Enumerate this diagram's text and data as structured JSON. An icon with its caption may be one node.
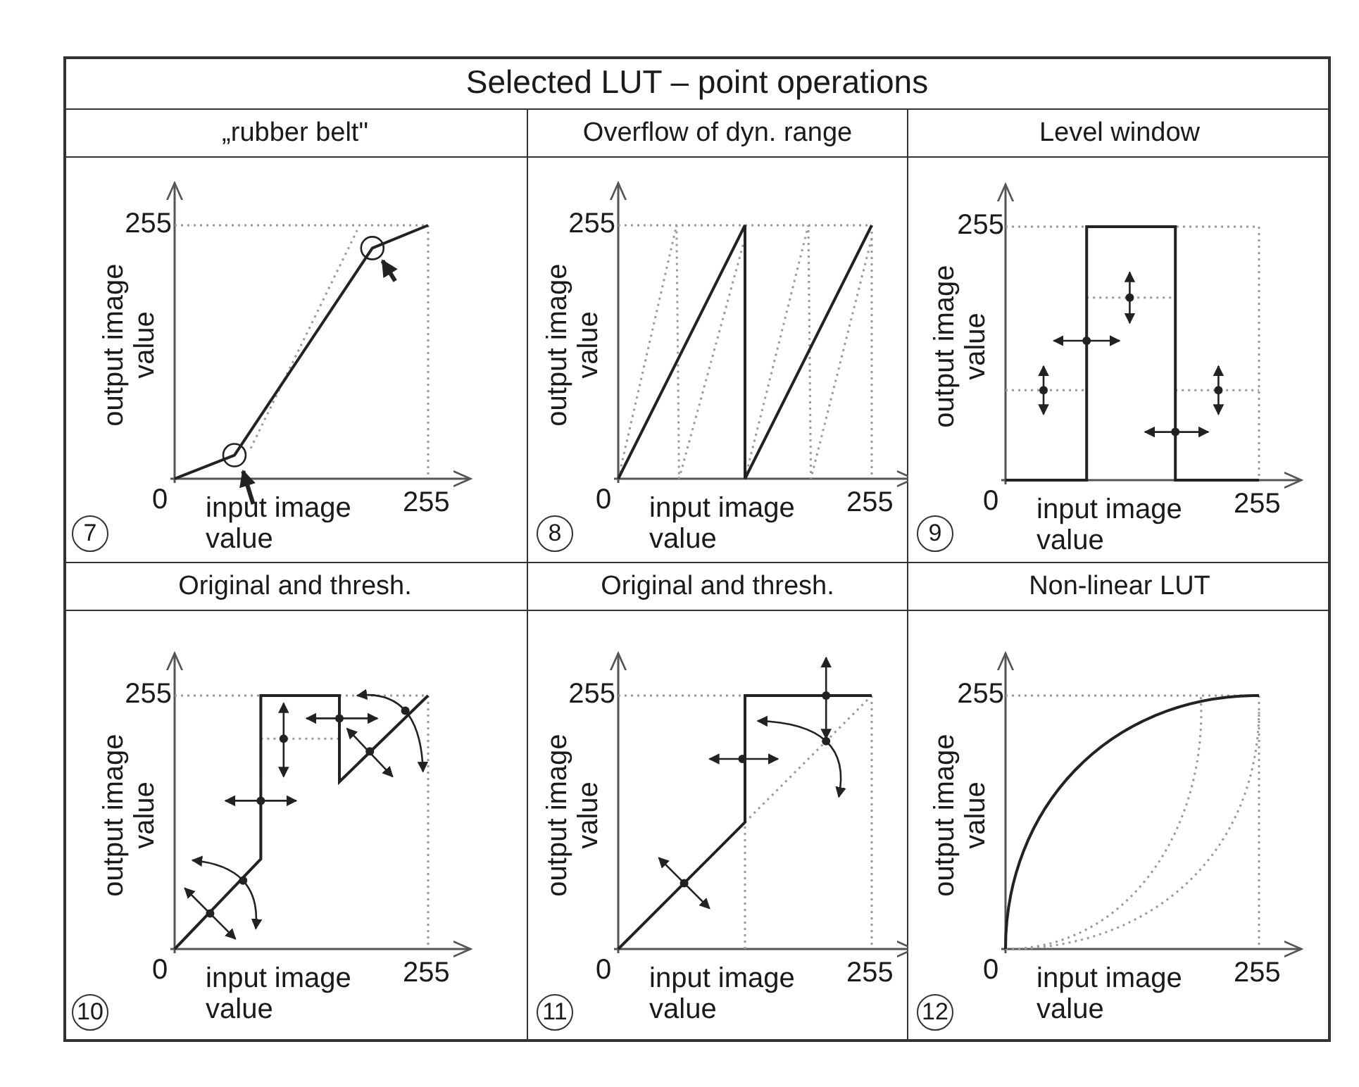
{
  "diagram": {
    "title": "Selected LUT – point operations",
    "nodes": [
      {
        "text": [
          "„rubber belt\"",
          "255",
          "output image value",
          "0",
          "input image value",
          "255",
          "7"
        ]
      },
      {
        "text": [
          "Overflow of dyn. range",
          "255",
          "output image value",
          "0",
          "input image value",
          "255",
          "8"
        ]
      },
      {
        "text": [
          "Level window",
          "255",
          "output image value",
          "0",
          "input image value",
          "255",
          "9"
        ]
      },
      {
        "text": [
          "Original and thresh.",
          "255",
          "output image value",
          "0",
          "input image value",
          "255",
          "10"
        ]
      },
      {
        "text": [
          "Original and thresh.",
          "255",
          "output image value",
          "0",
          "input image value",
          "255",
          "11"
        ]
      },
      {
        "text": [
          "Non-linear LUT",
          "255",
          "output image value",
          "0",
          "input image value",
          "255",
          "12"
        ]
      }
    ]
  }
}
